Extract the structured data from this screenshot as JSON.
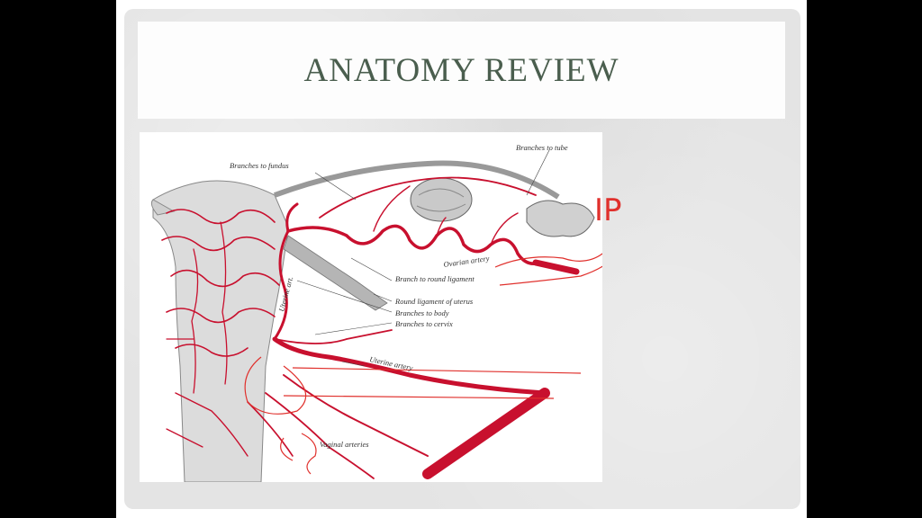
{
  "slide": {
    "title": "ANATOMY REVIEW"
  },
  "figure": {
    "labels": {
      "branches_to_fundus": "Branches to fundus",
      "branches_to_tube": "Branches to tube",
      "ovarian_artery": "Ovarian artery",
      "branch_to_round_ligament": "Branch to round ligament",
      "round_ligament_of_uterus": "Round ligament of uterus",
      "branches_to_body": "Branches to body",
      "branches_to_cervix": "Branches to cervix",
      "uterine_artery": "Uterine artery",
      "uterine_artery_vertical": "Uterine art.",
      "vaginal_arteries": "Vaginal arteries"
    },
    "annotation": {
      "text": "IP",
      "color": "#e0302c"
    },
    "colors": {
      "artery": "#c8102e",
      "ink": "#333333"
    }
  }
}
